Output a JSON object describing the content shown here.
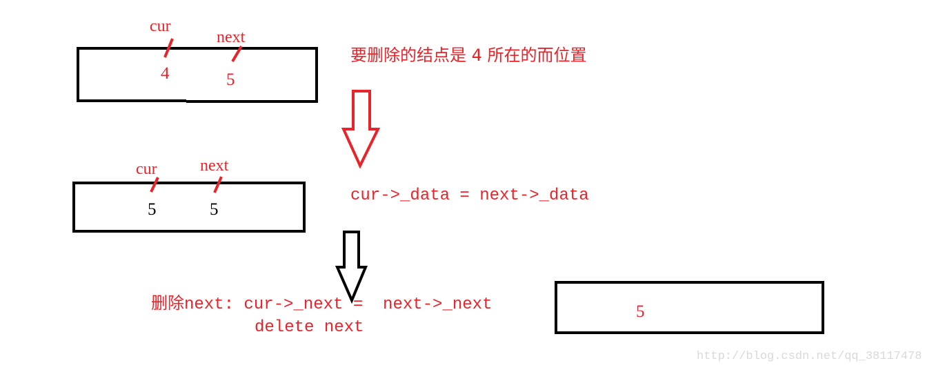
{
  "colors": {
    "annotation": "#e8242b",
    "outline": "#000000",
    "watermark": "#d9d9d9"
  },
  "step1": {
    "cur_label": "cur",
    "next_label": "next",
    "cur_value": "4",
    "next_value": "5",
    "description": "要删除的结点是 4 所在的而位置"
  },
  "step2": {
    "cur_label": "cur",
    "next_label": "next",
    "cur_value": "5",
    "next_value": "5",
    "code": "cur->_data = next->_data"
  },
  "step3": {
    "prefix": "删除",
    "code_line1": "next: cur->_next =  next->_next",
    "code_line2": "delete next",
    "result_value": "5"
  },
  "watermark": "http://blog.csdn.net/qq_38117478"
}
